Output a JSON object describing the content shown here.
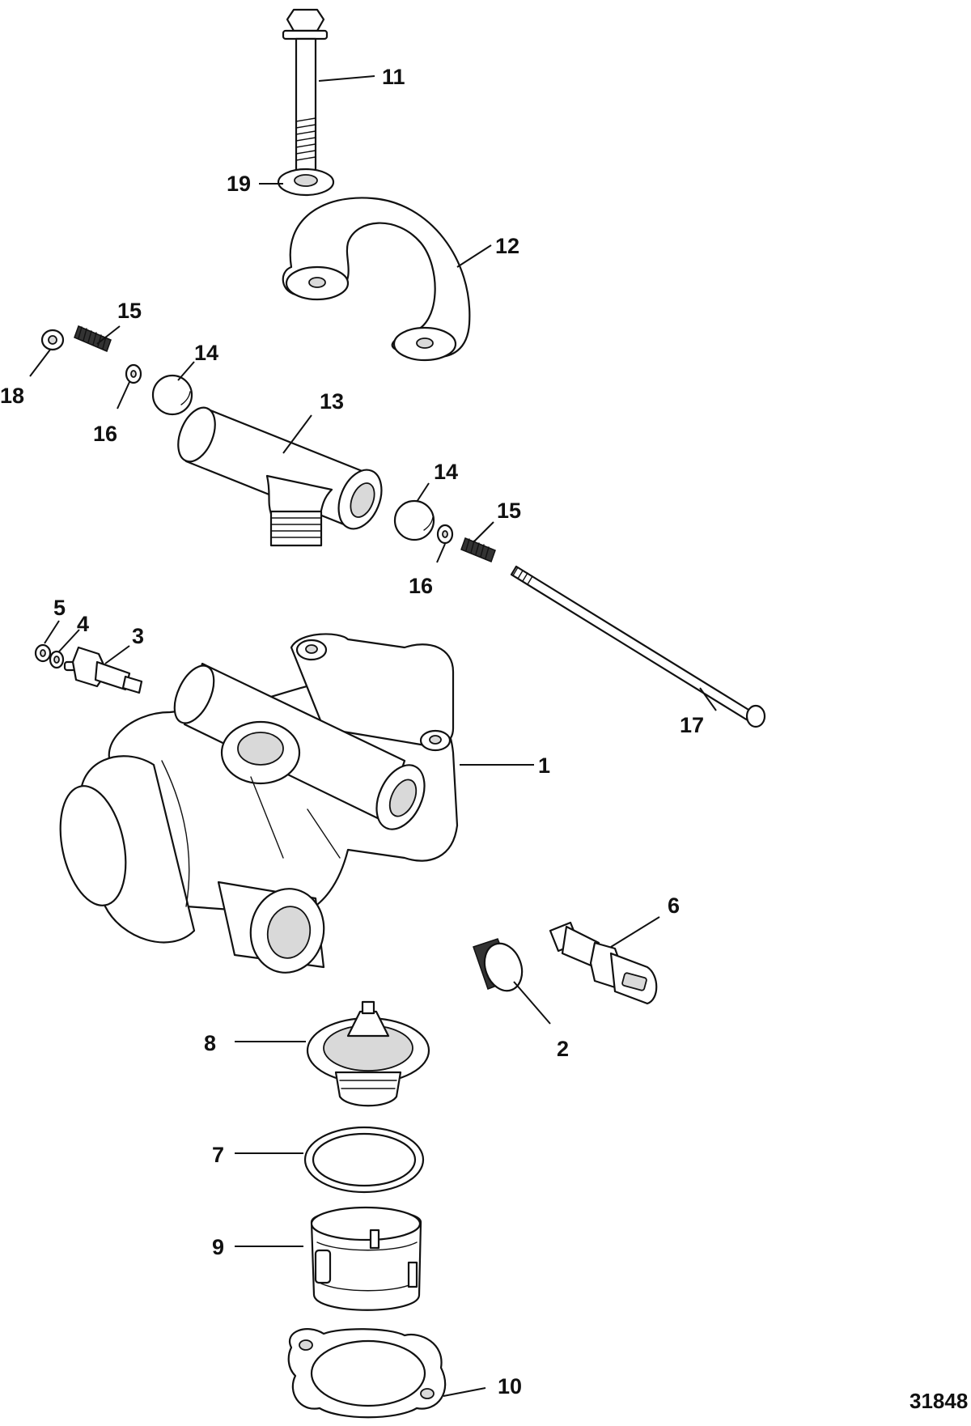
{
  "figure_id": "31848",
  "callouts": {
    "c1": "1",
    "c2": "2",
    "c3": "3",
    "c4": "4",
    "c5": "5",
    "c6": "6",
    "c7": "7",
    "c8": "8",
    "c9": "9",
    "c10": "10",
    "c11": "11",
    "c12": "12",
    "c13": "13",
    "c14a": "14",
    "c14b": "14",
    "c15a": "15",
    "c15b": "15",
    "c16a": "16",
    "c16b": "16",
    "c17": "17",
    "c18": "18",
    "c19": "19"
  }
}
